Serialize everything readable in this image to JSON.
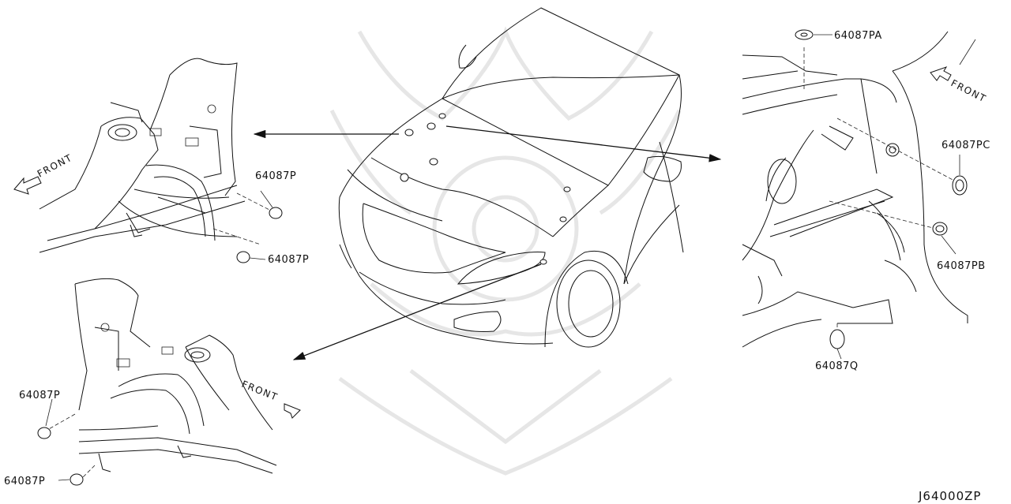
{
  "callouts": {
    "top_left_upper": "64087P",
    "top_left_lower": "64087P",
    "bottom_left_upper": "64087P",
    "bottom_left_lower": "64087P",
    "right_pa": "64087PA",
    "right_pc": "64087PC",
    "right_pb": "64087PB",
    "right_q": "64087Q"
  },
  "front_labels": {
    "top_left": "FRONT",
    "bottom_left": "FRONT",
    "right": "FRONT"
  },
  "diagram_code": "J64000ZP"
}
